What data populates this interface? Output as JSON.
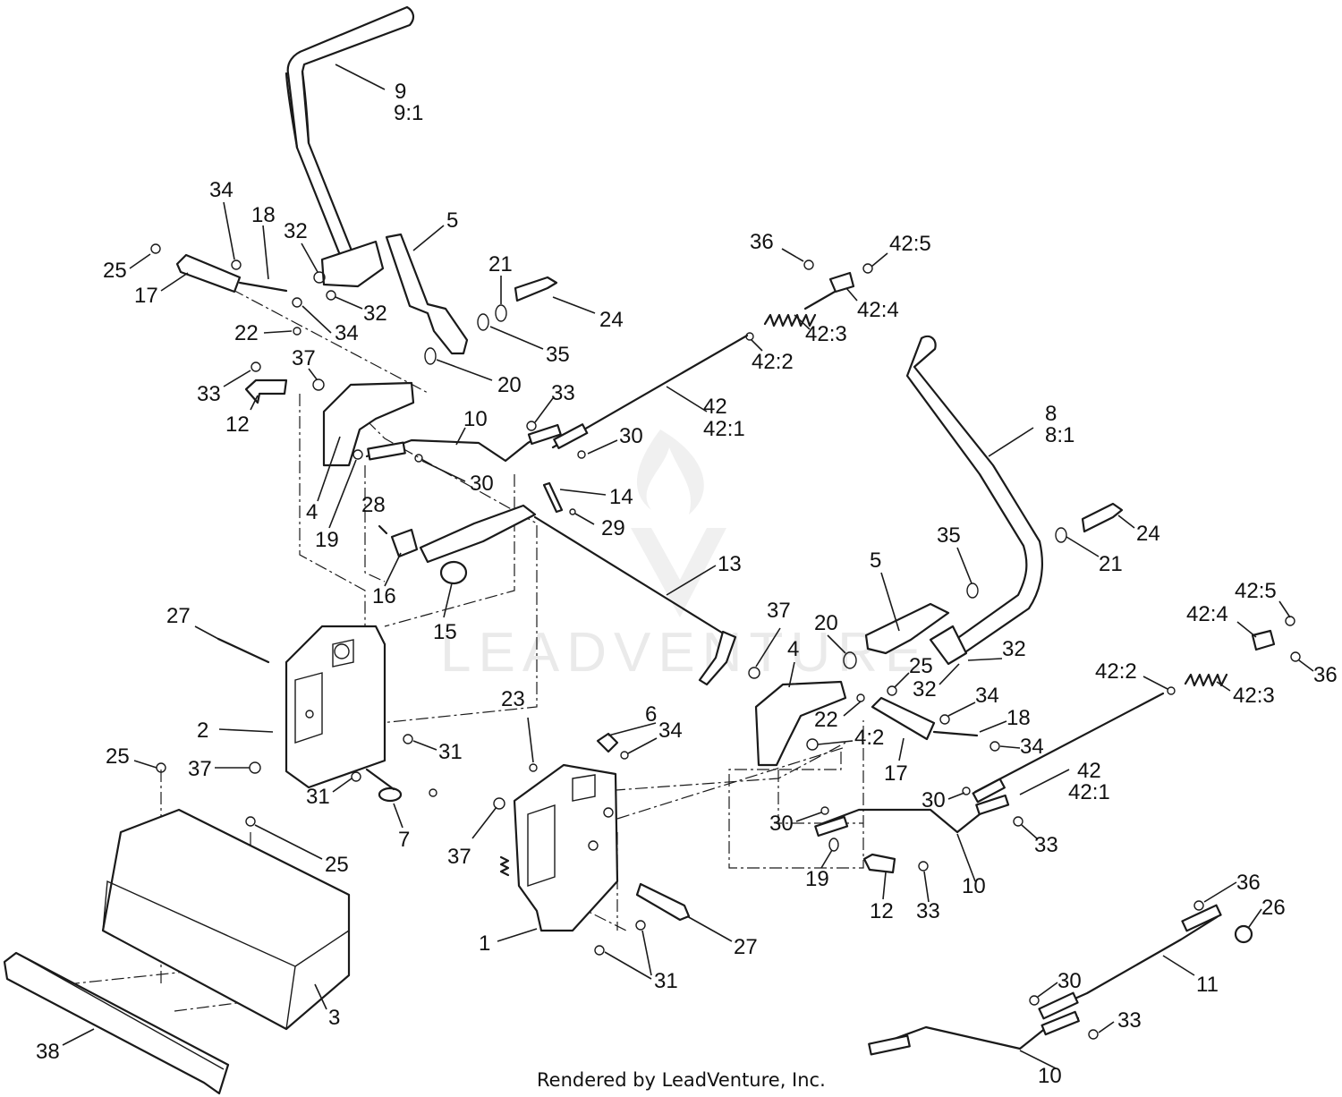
{
  "colors": {
    "ink": "#1a1a1a",
    "background": "#ffffff",
    "watermark": "#d9d9d9"
  },
  "watermark": {
    "text": "LEADVENTURE"
  },
  "credit": "Rendered by LeadVenture, Inc.",
  "callouts": [
    {
      "text": "9"
    },
    {
      "text": "9:1"
    },
    {
      "text": "34"
    },
    {
      "text": "18"
    },
    {
      "text": "32"
    },
    {
      "text": "5"
    },
    {
      "text": "25"
    },
    {
      "text": "17"
    },
    {
      "text": "32"
    },
    {
      "text": "21"
    },
    {
      "text": "24"
    },
    {
      "text": "22"
    },
    {
      "text": "34"
    },
    {
      "text": "35"
    },
    {
      "text": "37"
    },
    {
      "text": "20"
    },
    {
      "text": "33"
    },
    {
      "text": "12"
    },
    {
      "text": "33"
    },
    {
      "text": "36"
    },
    {
      "text": "42:5"
    },
    {
      "text": "42:4"
    },
    {
      "text": "42:3"
    },
    {
      "text": "42:2"
    },
    {
      "text": "42"
    },
    {
      "text": "42:1"
    },
    {
      "text": "10"
    },
    {
      "text": "30"
    },
    {
      "text": "30"
    },
    {
      "text": "4"
    },
    {
      "text": "19"
    },
    {
      "text": "28"
    },
    {
      "text": "14"
    },
    {
      "text": "29"
    },
    {
      "text": "16"
    },
    {
      "text": "15"
    },
    {
      "text": "13"
    },
    {
      "text": "8"
    },
    {
      "text": "8:1"
    },
    {
      "text": "35"
    },
    {
      "text": "24"
    },
    {
      "text": "5"
    },
    {
      "text": "21"
    },
    {
      "text": "42:5"
    },
    {
      "text": "42:4"
    },
    {
      "text": "36"
    },
    {
      "text": "42:2"
    },
    {
      "text": "42:3"
    },
    {
      "text": "27"
    },
    {
      "text": "2"
    },
    {
      "text": "37"
    },
    {
      "text": "31"
    },
    {
      "text": "31"
    },
    {
      "text": "7"
    },
    {
      "text": "25"
    },
    {
      "text": "25"
    },
    {
      "text": "37"
    },
    {
      "text": "20"
    },
    {
      "text": "4"
    },
    {
      "text": "25"
    },
    {
      "text": "32"
    },
    {
      "text": "32"
    },
    {
      "text": "34"
    },
    {
      "text": "22"
    },
    {
      "text": "18"
    },
    {
      "text": "4:2"
    },
    {
      "text": "34"
    },
    {
      "text": "17"
    },
    {
      "text": "23"
    },
    {
      "text": "6"
    },
    {
      "text": "34"
    },
    {
      "text": "42"
    },
    {
      "text": "42:1"
    },
    {
      "text": "30"
    },
    {
      "text": "30"
    },
    {
      "text": "33"
    },
    {
      "text": "37"
    },
    {
      "text": "19"
    },
    {
      "text": "10"
    },
    {
      "text": "12"
    },
    {
      "text": "33"
    },
    {
      "text": "1"
    },
    {
      "text": "27"
    },
    {
      "text": "31"
    },
    {
      "text": "3"
    },
    {
      "text": "38"
    },
    {
      "text": "36"
    },
    {
      "text": "26"
    },
    {
      "text": "11"
    },
    {
      "text": "30"
    },
    {
      "text": "33"
    },
    {
      "text": "10"
    }
  ]
}
